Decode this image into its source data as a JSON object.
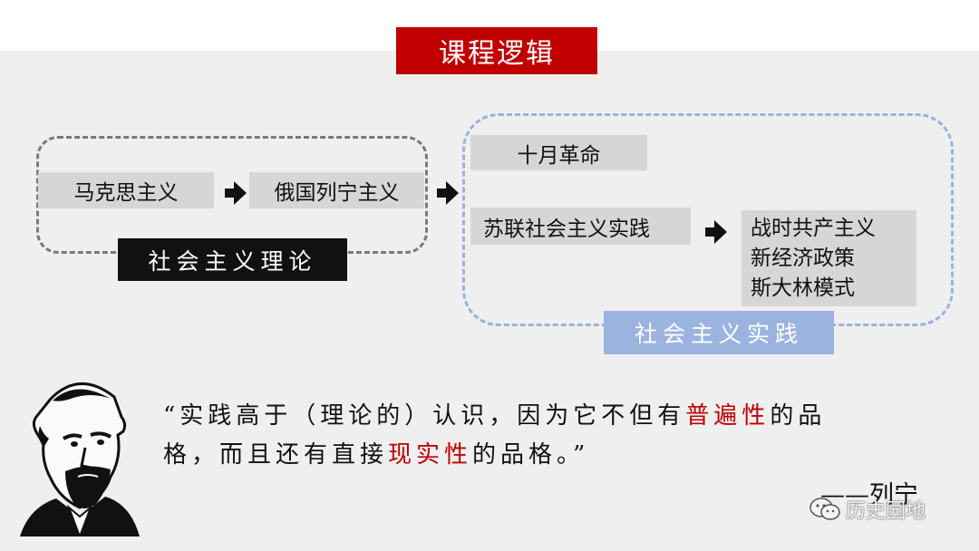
{
  "title": "课程逻辑",
  "theory": {
    "items": [
      "马克思主义",
      "俄国列宁主义"
    ],
    "label": "社会主义理论"
  },
  "practice": {
    "october": "十月革命",
    "soviet": "苏联社会主义实践",
    "forms": [
      "战时共产主义",
      "新经济政策",
      "斯大林模式"
    ],
    "label": "社会主义实践"
  },
  "quote": {
    "line1_a": "“实践高于（理论的）认识，因为它不但有",
    "line1_red": "普遍性",
    "line1_b": "的品",
    "line2_a": "格，而且还有直接",
    "line2_red": "现实性",
    "line2_b": "的品格。”",
    "author": "——列宁"
  },
  "watermark": "历史园地",
  "colors": {
    "banner": "#c00000",
    "accent_blue": "#9ab3df",
    "highlight": "#c00000"
  },
  "icons": [
    "arrow-right-icon",
    "wechat-icon",
    "lenin-portrait"
  ]
}
